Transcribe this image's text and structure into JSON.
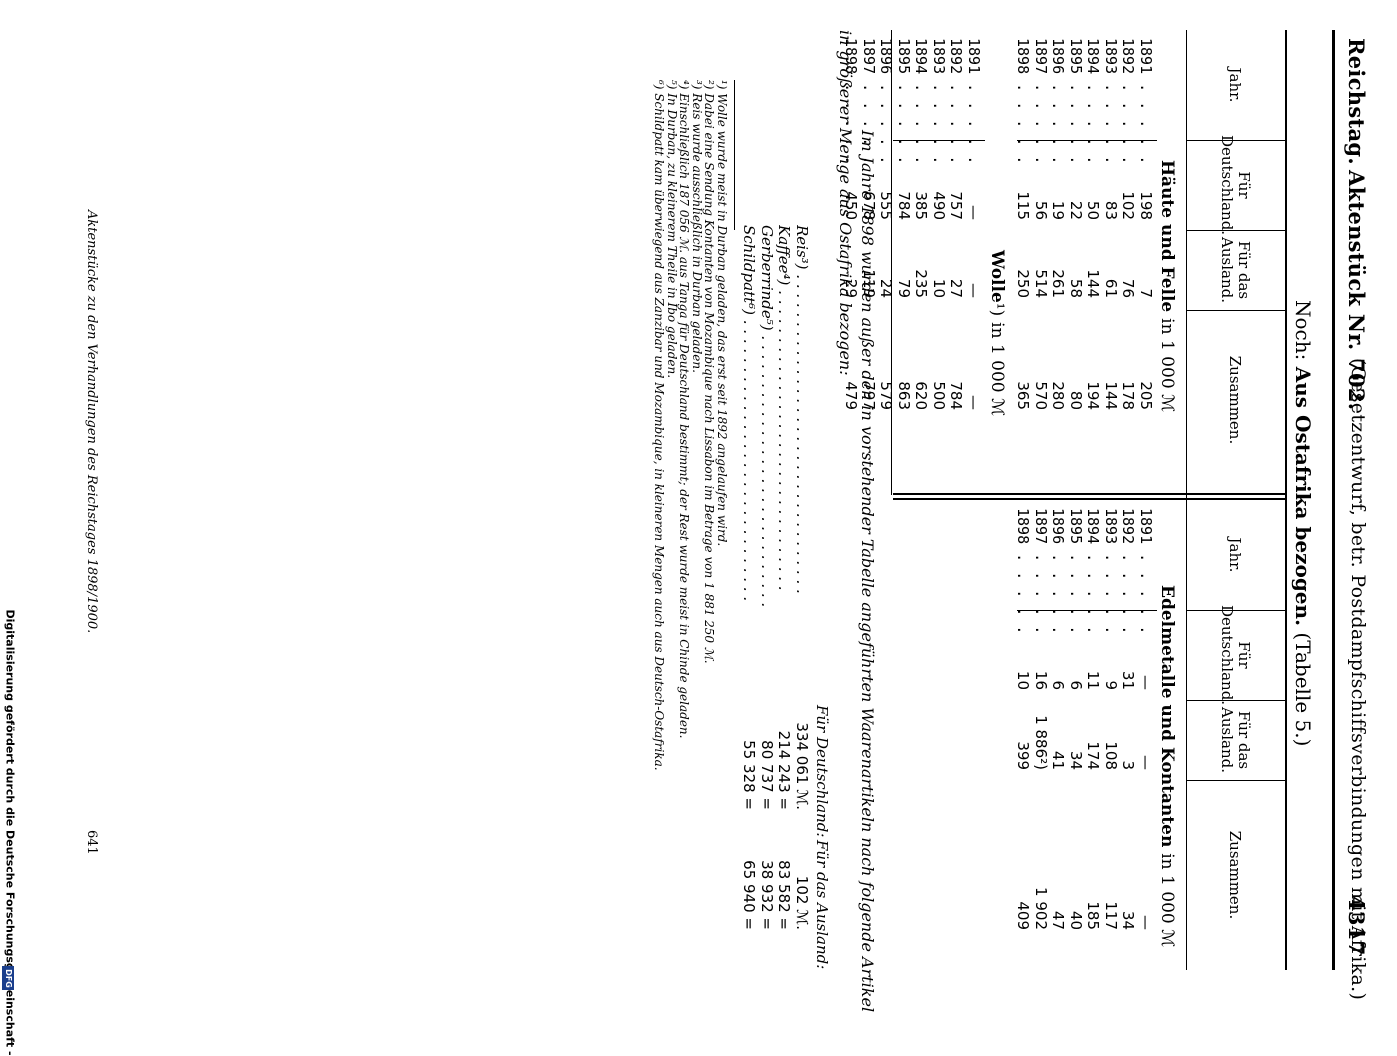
{
  "header": {
    "left": "Reichstag.",
    "title": "Aktenstück Nr. 702.",
    "subject": "(Gesetzentwurf, betr. Postdampfschiffsverbindungen mit Afrika.)",
    "page": "4317"
  },
  "subtitle": {
    "prefix": "Noch:",
    "main": "Aus Ostafrika bezogen.",
    "suffix": "(Tabelle 5.)"
  },
  "table": {
    "columns": [
      "Jahr.",
      "Für Deutschland.",
      "Für das Ausland.",
      "Zusammen."
    ],
    "left_sections": [
      {
        "title": "Häute und Felle",
        "unit": "in 1 000 ℳ",
        "rows": [
          {
            "year": "1891 . . . . .",
            "de": "198",
            "aus": "7",
            "zus": "205"
          },
          {
            "year": "1892 . . . . .",
            "de": "102",
            "aus": "76",
            "zus": "178"
          },
          {
            "year": "1893 . . . . .",
            "de": "83",
            "aus": "61",
            "zus": "144"
          },
          {
            "year": "1894 . . . . .",
            "de": "50",
            "aus": "144",
            "zus": "194"
          },
          {
            "year": "1895 . . . . .",
            "de": "22",
            "aus": "58",
            "zus": "80"
          },
          {
            "year": "1896 . . . . .",
            "de": "19",
            "aus": "261",
            "zus": "280"
          },
          {
            "year": "1897 . . . . .",
            "de": "56",
            "aus": "514",
            "zus": "570"
          },
          {
            "year": "1898 . . . . .",
            "de": "115",
            "aus": "250",
            "zus": "365"
          }
        ]
      },
      {
        "title": "Wolle",
        "note": "¹)",
        "unit": "in 1 000 ℳ",
        "rows": [
          {
            "year": "1891 . . . . .",
            "de": "—",
            "aus": "—",
            "zus": "—"
          },
          {
            "year": "1892 . . . . .",
            "de": "757",
            "aus": "27",
            "zus": "784"
          },
          {
            "year": "1893 . . . . .",
            "de": "490",
            "aus": "10",
            "zus": "500"
          },
          {
            "year": "1894 . . . . .",
            "de": "385",
            "aus": "235",
            "zus": "620"
          },
          {
            "year": "1895 . . . . .",
            "de": "784",
            "aus": "79",
            "zus": "863"
          },
          {
            "year": "1896 . . . . .",
            "de": "555",
            "aus": "24",
            "zus": "579"
          },
          {
            "year": "1897 . . . . .",
            "de": "678",
            "aus": "119",
            "zus": "797"
          },
          {
            "year": "1898 . . . . .",
            "de": "450",
            "aus": "29",
            "zus": "479"
          }
        ]
      }
    ],
    "right_section": {
      "title": "Edelmetalle und Kontanten",
      "unit": "in 1 000 ℳ",
      "rows": [
        {
          "year": "1891 . . . . .",
          "de": "—",
          "aus": "—",
          "zus": "—"
        },
        {
          "year": "1892 . . . . .",
          "de": "31",
          "aus": "3",
          "zus": "34"
        },
        {
          "year": "1893 . . . . .",
          "de": "9",
          "aus": "108",
          "zus": "117"
        },
        {
          "year": "1894 . . . . .",
          "de": "11",
          "aus": "174",
          "zus": "185"
        },
        {
          "year": "1895 . . . . .",
          "de": "6",
          "aus": "34",
          "zus": "40"
        },
        {
          "year": "1896 . . . . .",
          "de": "6",
          "aus": "41",
          "zus": "47"
        },
        {
          "year": "1897 . . . . .",
          "de": "16",
          "aus": "1 886²)",
          "zus": "1 902"
        },
        {
          "year": "1898 . . . . .",
          "de": "10",
          "aus": "399",
          "zus": "409"
        }
      ]
    }
  },
  "paragraph": {
    "line1": "Im Jahre 1898 wurden außer den in vorstehender Tabelle angeführten Waarenartikeln nach folgende Artikel",
    "line2": "in größerer Menge aus Ostafrika bezogen:"
  },
  "articles": {
    "head_de": "Für Deutschland:",
    "head_aus": "Für das Ausland:",
    "items": [
      {
        "name": "Reis³) . . . . . . . . . . . . . . . . . . . . . . . . . . . . . . . . . .",
        "de": "334 061 ℳ.",
        "aus": "102 ℳ."
      },
      {
        "name": "Kaffee⁴) . . . . . . . . . . . . . . . . . . . . . . . . . . . . . . . .",
        "de": "214 243  =",
        "aus": "83 582  ="
      },
      {
        "name": "Gerberrinde⁵) . . . . . . . . . . . . . . . . . . . . . . . . . . . . .",
        "de": "80 737  =",
        "aus": "38 932  ="
      },
      {
        "name": "Schildpatt⁶) . . . . . . . . . . . . . . . . . . . . . . . . . . . . . .",
        "de": "55 328  =",
        "aus": "65 940  ="
      }
    ]
  },
  "footnotes": [
    "¹) Wolle wurde meist in Durban geladen, das erst seit 1892 angelaufen wird.",
    "²) Dabei eine Sendung Kontanten von Mozambique nach Lissabon im Betrage von 1 881 250 ℳ.",
    "³) Reis wurde ausschließlich in Durban geladen.",
    "⁴) Einschließlich 187 056 ℳ. aus Tanga für Deutschland bestimmt; der Rest wurde meist in Chinde geladen.",
    "⁵) In Durban, zu kleinerem Theile in Ibo geladen.",
    "⁶) Schildpatt kam überwiegend aus Zanzibar und Mozambique, in kleineren Mengen auch aus Deutsch-Ostafrika."
  ],
  "footer": {
    "left": "Aktenstücke zu den Verhandlungen des Reichstages 1898/1900.",
    "page": "641"
  },
  "side_note": "Digitalisierung gefördert durch die Deutsche Forschungsgemeinschaft -",
  "side_logo": "DFG"
}
